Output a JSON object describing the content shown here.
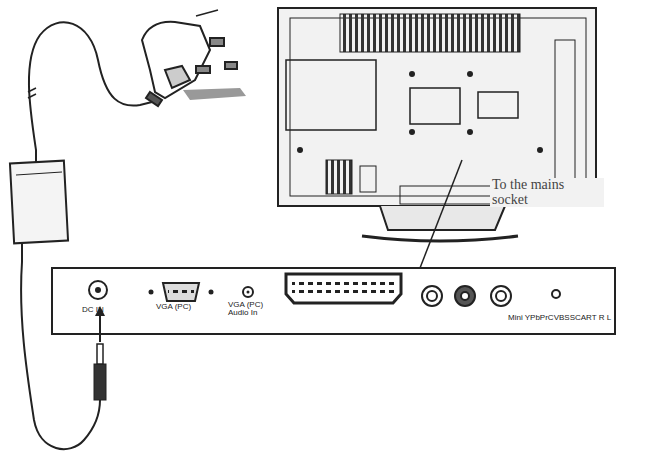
{
  "diagram": {
    "labels": [
      "To the mains socket",
      "DC IN",
      "VGA (PC)",
      "VGA (PC) Audio In",
      "Mini YPbPrCVBSSCART R L"
    ]
  }
}
